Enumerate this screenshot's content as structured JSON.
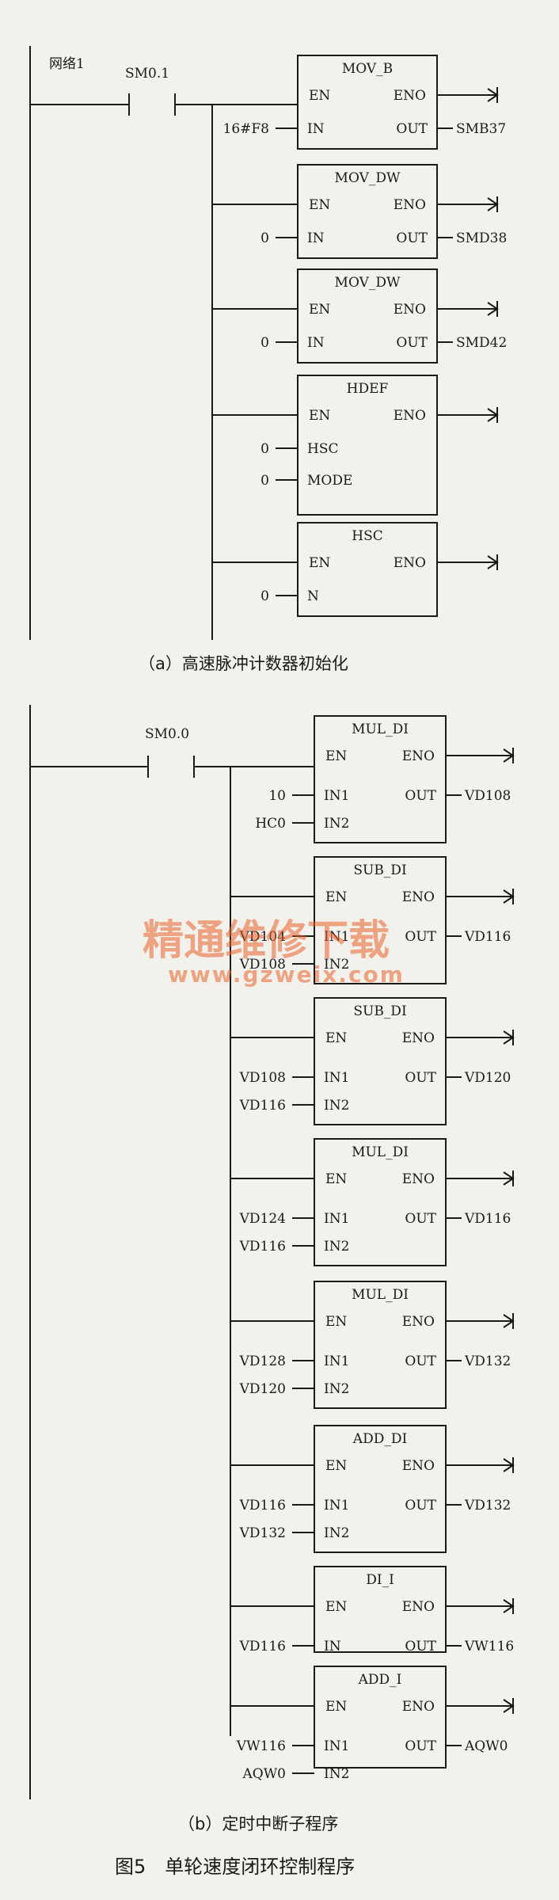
{
  "network_a": {
    "label": "网络1",
    "contact": "SM0.1",
    "blocks": [
      {
        "title": "MOV_B",
        "en": "EN",
        "eno": "ENO",
        "inputs": [
          {
            "pin": "IN",
            "val": "16#F8"
          }
        ],
        "output": {
          "pin": "OUT",
          "val": "SMB37"
        }
      },
      {
        "title": "MOV_DW",
        "en": "EN",
        "eno": "ENO",
        "inputs": [
          {
            "pin": "IN",
            "val": "0"
          }
        ],
        "output": {
          "pin": "OUT",
          "val": "SMD38"
        }
      },
      {
        "title": "MOV_DW",
        "en": "EN",
        "eno": "ENO",
        "inputs": [
          {
            "pin": "IN",
            "val": "0"
          }
        ],
        "output": {
          "pin": "OUT",
          "val": "SMD42"
        }
      },
      {
        "title": "HDEF",
        "en": "EN",
        "eno": "ENO",
        "inputs": [
          {
            "pin": "HSC",
            "val": "0"
          },
          {
            "pin": "MODE",
            "val": "0"
          }
        ],
        "output": null
      },
      {
        "title": "HSC",
        "en": "EN",
        "eno": "ENO",
        "inputs": [
          {
            "pin": "N",
            "val": "0"
          }
        ],
        "output": null
      }
    ],
    "caption": "（a）高速脉冲计数器初始化"
  },
  "network_b": {
    "contact": "SM0.0",
    "blocks": [
      {
        "title": "MUL_DI",
        "en": "EN",
        "eno": "ENO",
        "inputs": [
          {
            "pin": "IN1",
            "val": "10"
          },
          {
            "pin": "IN2",
            "val": "HC0"
          }
        ],
        "output": {
          "pin": "OUT",
          "val": "VD108"
        }
      },
      {
        "title": "SUB_DI",
        "en": "EN",
        "eno": "ENO",
        "inputs": [
          {
            "pin": "IN1",
            "val": "VD104"
          },
          {
            "pin": "IN2",
            "val": "VD108"
          }
        ],
        "output": {
          "pin": "OUT",
          "val": "VD116"
        }
      },
      {
        "title": "SUB_DI",
        "en": "EN",
        "eno": "ENO",
        "inputs": [
          {
            "pin": "IN1",
            "val": "VD108"
          },
          {
            "pin": "IN2",
            "val": "VD116"
          }
        ],
        "output": {
          "pin": "OUT",
          "val": "VD120"
        }
      },
      {
        "title": "MUL_DI",
        "en": "EN",
        "eno": "ENO",
        "inputs": [
          {
            "pin": "IN1",
            "val": "VD124"
          },
          {
            "pin": "IN2",
            "val": "VD116"
          }
        ],
        "output": {
          "pin": "OUT",
          "val": "VD116"
        }
      },
      {
        "title": "MUL_DI",
        "en": "EN",
        "eno": "ENO",
        "inputs": [
          {
            "pin": "IN1",
            "val": "VD128"
          },
          {
            "pin": "IN2",
            "val": "VD120"
          }
        ],
        "output": {
          "pin": "OUT",
          "val": "VD132"
        }
      },
      {
        "title": "ADD_DI",
        "en": "EN",
        "eno": "ENO",
        "inputs": [
          {
            "pin": "IN1",
            "val": "VD116"
          },
          {
            "pin": "IN2",
            "val": "VD132"
          }
        ],
        "output": {
          "pin": "OUT",
          "val": "VD132"
        }
      },
      {
        "title": "DI_I",
        "en": "EN",
        "eno": "ENO",
        "inputs": [
          {
            "pin": "IN",
            "val": "VD116"
          }
        ],
        "output": {
          "pin": "OUT",
          "val": "VW116"
        }
      },
      {
        "title": "ADD_I",
        "en": "EN",
        "eno": "ENO",
        "inputs": [
          {
            "pin": "IN1",
            "val": "VW116"
          },
          {
            "pin": "IN2",
            "val": "AQW0"
          }
        ],
        "output": {
          "pin": "OUT",
          "val": "AQW0"
        }
      }
    ],
    "caption": "（b）定时中断子程序"
  },
  "figure_caption": "图5　单轮速度闭环控制程序",
  "watermark": {
    "text": "精通维修下载",
    "url": "www.gzweix.com",
    "color": "#e8602c"
  }
}
